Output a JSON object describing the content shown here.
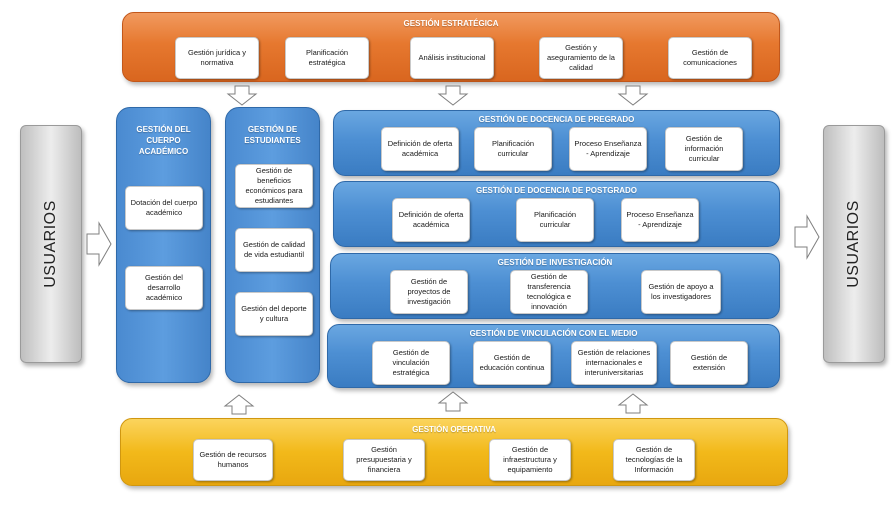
{
  "usuarios_left": "USUARIOS",
  "usuarios_right": "USUARIOS",
  "estrategica": {
    "title": "GESTIÓN ESTRATÉGICA",
    "items": [
      "Gestión jurídica y normativa",
      "Planificación estratégica",
      "Análisis institucional",
      "Gestión y aseguramiento de la calidad",
      "Gestión de comunicaciones"
    ]
  },
  "cuerpo": {
    "title": "GESTIÓN DEL CUERPO ACADÉMICO",
    "items": [
      "Dotación del cuerpo académico",
      "Gestión del desarrollo académico"
    ]
  },
  "estudiantes": {
    "title": "GESTIÓN DE ESTUDIANTES",
    "items": [
      "Gestión de beneficios económicos para estudiantes",
      "Gestión de calidad de vida estudiantil",
      "Gestión del deporte y cultura"
    ]
  },
  "pregrado": {
    "title": "GESTIÓN DE DOCENCIA DE PREGRADO",
    "items": [
      "Definición de oferta académica",
      "Planificación curricular",
      "Proceso Enseñanza - Aprendizaje",
      "Gestión de información curricular"
    ]
  },
  "postgrado": {
    "title": "GESTIÓN DE DOCENCIA DE POSTGRADO",
    "items": [
      "Definición de oferta académica",
      "Planificación curricular",
      "Proceso Enseñanza - Aprendizaje"
    ]
  },
  "investigacion": {
    "title": "GESTIÓN DE INVESTIGACIÓN",
    "items": [
      "Gestión de proyectos de investigación",
      "Gestión de transferencia tecnológica e innovación",
      "Gestión de apoyo a los investigadores"
    ]
  },
  "vinculacion": {
    "title": "GESTIÓN DE VINCULACIÓN CON EL MEDIO",
    "items": [
      "Gestión de vinculación estratégica",
      "Gestión de educación continua",
      "Gestión de relaciones internacionales e interuniversitarias",
      "Gestión de extensión"
    ]
  },
  "operativa": {
    "title": "GESTIÓN OPERATIVA",
    "items": [
      "Gestión de recursos humanos",
      "Gestión presupuestaria y financiera",
      "Gestión de infraestructura y equipamiento",
      "Gestión de tecnologías de la Información"
    ]
  },
  "colors": {
    "orange": "#e6782f",
    "yellow": "#f2b91a",
    "blue": "#4d8fd3",
    "gray": "#d9d9d9"
  }
}
